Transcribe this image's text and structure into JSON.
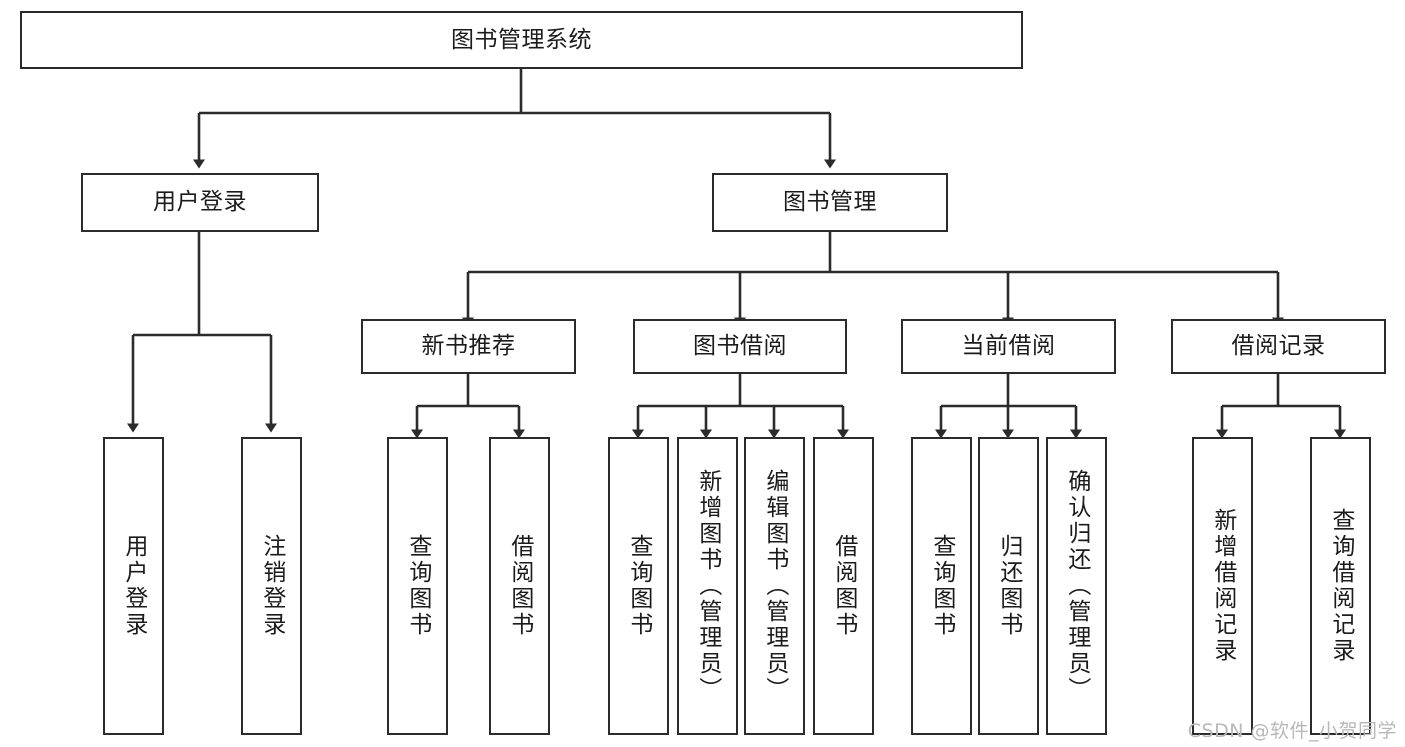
{
  "diagram": {
    "type": "tree-hierarchy",
    "title": "图书管理系统",
    "orientation": "top-down",
    "colors": {
      "box_border": "#2b2b2b",
      "box_fill": "#ffffff",
      "connector": "#2b2b2b",
      "text": "#1b1b1b",
      "watermark": "#b8b8b8"
    },
    "root": {
      "id": "root",
      "label": "图书管理系统"
    },
    "level2": [
      {
        "id": "user-login",
        "label": "用户登录"
      },
      {
        "id": "book-manage",
        "label": "图书管理"
      }
    ],
    "level3": [
      {
        "id": "new-book-rec",
        "label": "新书推荐",
        "parent": "book-manage"
      },
      {
        "id": "book-borrow",
        "label": "图书借阅",
        "parent": "book-manage"
      },
      {
        "id": "current-borrow",
        "label": "当前借阅",
        "parent": "book-manage"
      },
      {
        "id": "borrow-record",
        "label": "借阅记录",
        "parent": "book-manage"
      }
    ],
    "leaves": {
      "user-login": [
        {
          "id": "leaf-user-login",
          "label": "用户登录"
        },
        {
          "id": "leaf-logout-login",
          "label": "注销登录"
        }
      ],
      "new-book-rec": [
        {
          "id": "leaf-query-book-1",
          "label": "查询图书"
        },
        {
          "id": "leaf-borrow-book-1",
          "label": "借阅图书"
        }
      ],
      "book-borrow": [
        {
          "id": "leaf-query-book-2",
          "label": "查询图书"
        },
        {
          "id": "leaf-add-book",
          "label": "新增图书（管理员）"
        },
        {
          "id": "leaf-edit-book",
          "label": "编辑图书（管理员）"
        },
        {
          "id": "leaf-borrow-book-2",
          "label": "借阅图书"
        }
      ],
      "current-borrow": [
        {
          "id": "leaf-query-book-3",
          "label": "查询图书"
        },
        {
          "id": "leaf-return-book",
          "label": "归还图书"
        },
        {
          "id": "leaf-confirm-return",
          "label": "确认归还（管理员）"
        }
      ],
      "borrow-record": [
        {
          "id": "leaf-add-record",
          "label": "新增借阅记录"
        },
        {
          "id": "leaf-query-record",
          "label": "查询借阅记录"
        }
      ]
    },
    "watermark": "CSDN @软件_小贺同学"
  }
}
